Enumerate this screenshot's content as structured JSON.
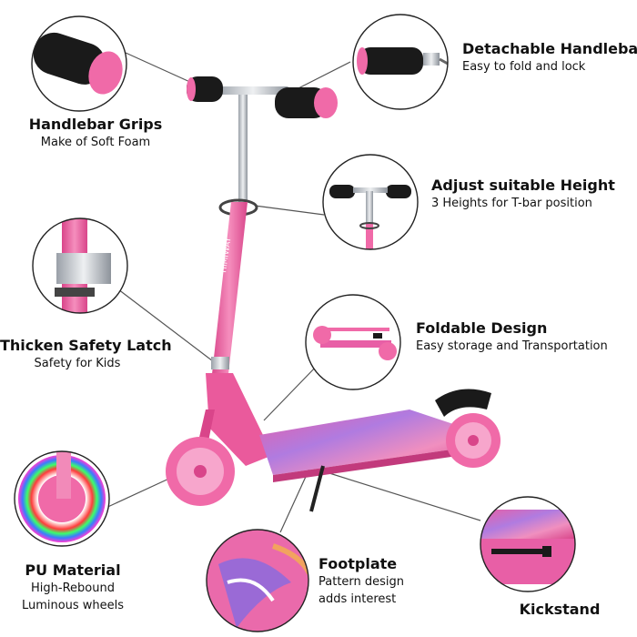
{
  "colors": {
    "pink": "#f06aa8",
    "pink_dark": "#d9458a",
    "pink_light": "#f7a6cc",
    "foam": "#1a1a1a",
    "chrome": "#c9ccd1",
    "line": "#555555",
    "purple": "#8e5fc6"
  },
  "features": {
    "grips": {
      "title": "Handlebar Grips",
      "sub": [
        "Make of Soft Foam"
      ]
    },
    "latch": {
      "title": "Thicken Safety Latch",
      "sub": [
        "Safety for Kids"
      ]
    },
    "pu": {
      "title": "PU Material",
      "sub": [
        "High-Rebound",
        "Luminous wheels"
      ]
    },
    "footplate": {
      "title": "Footplate",
      "sub": [
        "Pattern design",
        "adds interest"
      ]
    },
    "kickstand": {
      "title": "Kickstand",
      "sub": []
    },
    "detachable": {
      "title": "Detachable Handlebars",
      "sub": [
        "Easy to fold and lock"
      ]
    },
    "height": {
      "title": "Adjust suitable Height",
      "sub": [
        "3 Heights for T-bar position"
      ]
    },
    "foldable": {
      "title": "Foldable Design",
      "sub": [
        "Easy storage and Transportation"
      ]
    }
  },
  "product": {
    "brand_text": "HIMIWAY"
  }
}
